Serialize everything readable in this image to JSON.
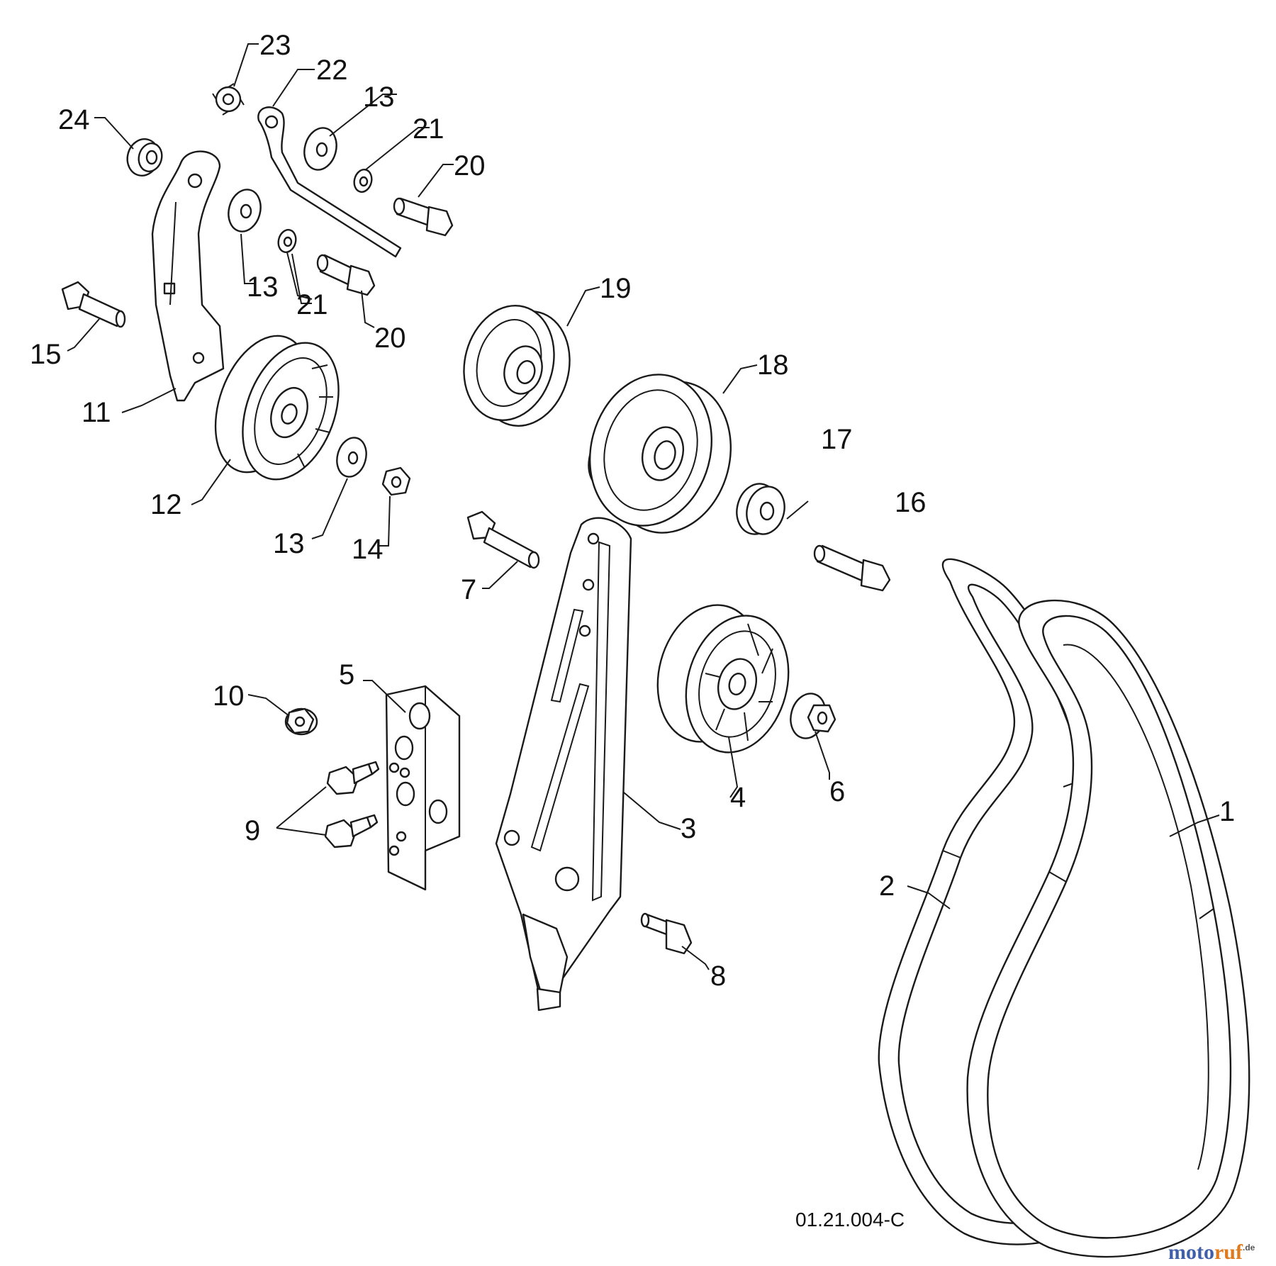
{
  "diagram": {
    "drawing_code": "01.21.004-C",
    "watermark": {
      "text_a": "moto",
      "text_b": "ruf",
      "suffix": ".de",
      "color_a": "#3f5fa8",
      "color_b": "#e07a1e",
      "color_suffix": "#555555"
    },
    "callouts": [
      {
        "key": "c1",
        "label": "1"
      },
      {
        "key": "c2",
        "label": "2"
      },
      {
        "key": "c3",
        "label": "3"
      },
      {
        "key": "c4",
        "label": "4"
      },
      {
        "key": "c5",
        "label": "5"
      },
      {
        "key": "c6",
        "label": "6"
      },
      {
        "key": "c7",
        "label": "7"
      },
      {
        "key": "c8",
        "label": "8"
      },
      {
        "key": "c9",
        "label": "9"
      },
      {
        "key": "c10",
        "label": "10"
      },
      {
        "key": "c11",
        "label": "11"
      },
      {
        "key": "c12",
        "label": "12"
      },
      {
        "key": "c13a",
        "label": "13"
      },
      {
        "key": "c13b",
        "label": "13"
      },
      {
        "key": "c13c",
        "label": "13"
      },
      {
        "key": "c14",
        "label": "14"
      },
      {
        "key": "c15",
        "label": "15"
      },
      {
        "key": "c16",
        "label": "16"
      },
      {
        "key": "c17",
        "label": "17"
      },
      {
        "key": "c18",
        "label": "18"
      },
      {
        "key": "c19",
        "label": "19"
      },
      {
        "key": "c20a",
        "label": "20"
      },
      {
        "key": "c20b",
        "label": "20"
      },
      {
        "key": "c21a",
        "label": "21"
      },
      {
        "key": "c21b",
        "label": "21"
      },
      {
        "key": "c22",
        "label": "22"
      },
      {
        "key": "c23",
        "label": "23"
      },
      {
        "key": "c24",
        "label": "24"
      }
    ]
  }
}
